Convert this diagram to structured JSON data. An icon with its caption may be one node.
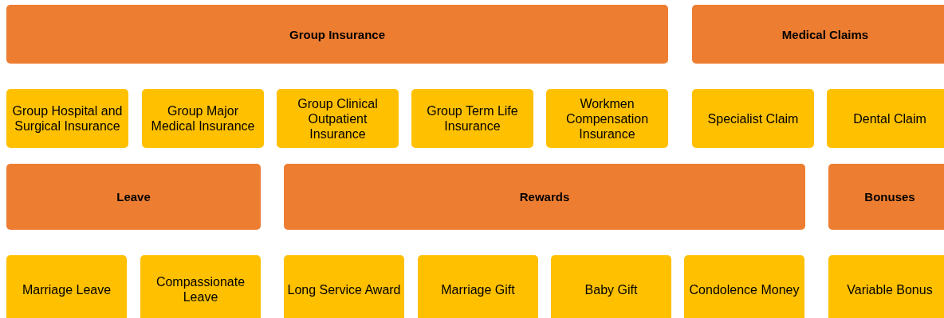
{
  "diagram": {
    "nodes": [
      {
        "text": [
          "Group Insurance"
        ]
      },
      {
        "text": [
          "Medical Claims"
        ]
      },
      {
        "text": [
          "Group Hospital and Surgical Insurance"
        ]
      },
      {
        "text": [
          "Group Major Medical Insurance"
        ]
      },
      {
        "text": [
          "Group Clinical Outpatient Insurance"
        ]
      },
      {
        "text": [
          "Group Term Life Insurance"
        ]
      },
      {
        "text": [
          "Workmen Compensation Insurance"
        ]
      },
      {
        "text": [
          "Specialist Claim"
        ]
      },
      {
        "text": [
          "Dental Claim"
        ]
      },
      {
        "text": [
          "Leave"
        ]
      },
      {
        "text": [
          "Rewards"
        ]
      },
      {
        "text": [
          "Bonuses"
        ]
      },
      {
        "text": [
          "Marriage Leave"
        ]
      },
      {
        "text": [
          "Compassionate Leave"
        ]
      },
      {
        "text": [
          "Long Service Award"
        ]
      },
      {
        "text": [
          "Marriage Gift"
        ]
      },
      {
        "text": [
          "Baby Gift"
        ]
      },
      {
        "text": [
          "Condolence Money"
        ]
      },
      {
        "text": [
          "Variable Bonus"
        ]
      }
    ]
  }
}
